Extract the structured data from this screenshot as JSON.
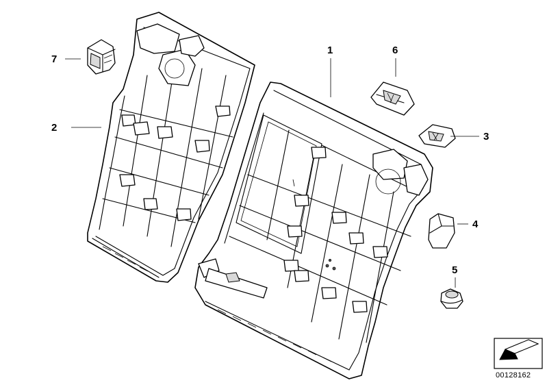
{
  "callouts": [
    {
      "id": "1",
      "label": "1"
    },
    {
      "id": "2",
      "label": "2"
    },
    {
      "id": "3",
      "label": "3"
    },
    {
      "id": "4",
      "label": "4"
    },
    {
      "id": "5",
      "label": "5"
    },
    {
      "id": "6",
      "label": "6"
    },
    {
      "id": "7",
      "label": "7"
    }
  ],
  "reference_number": "00128162",
  "colors": {
    "line": "#000000",
    "background": "#ffffff"
  },
  "icons": [
    "navigation-arrow-icon"
  ]
}
